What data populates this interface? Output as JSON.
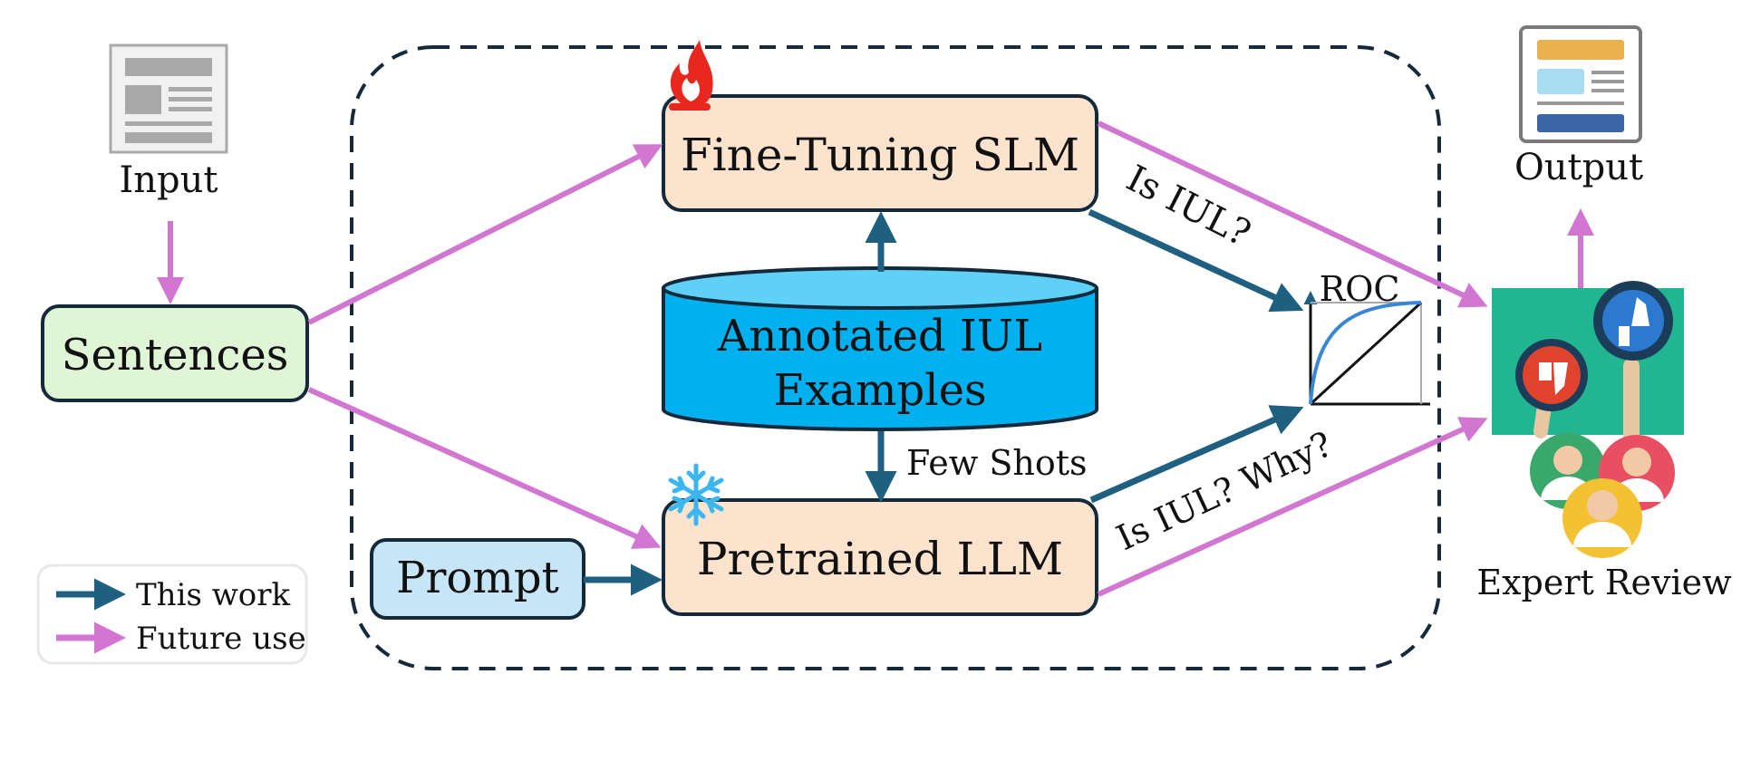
{
  "colors": {
    "this_work": "#1f5f80",
    "future_use": "#d277d1",
    "model_box_fill": "#fbe3cd",
    "sentences_fill": "#dff5d6",
    "prompt_fill": "#c6e6f7",
    "database_fill": "#00b0ef",
    "database_top": "#5fd0f6",
    "outline": "#14293a",
    "fire": "#e8281f",
    "snowflake": "#3cb6ee",
    "review_bg": "#21b591"
  },
  "icons": {
    "input_doc": "document-icon",
    "output_doc": "document-icon",
    "fine_tune": "fire-icon",
    "frozen": "snowflake-icon",
    "review": "thumbs-review-icon",
    "experts": "doctor-avatars-icon",
    "roc": "roc-curve-icon"
  },
  "labels": {
    "input": "Input",
    "output": "Output",
    "sentences": "Sentences",
    "fine_tuning_slm": "Fine-Tuning SLM",
    "annotated_line1": "Annotated IUL",
    "annotated_line2": "Examples",
    "few_shots": "Few Shots",
    "pretrained_llm": "Pretrained LLM",
    "prompt": "Prompt",
    "is_iul": "Is IUL?",
    "is_iul_why": "Is IUL? Why?",
    "roc": "ROC",
    "expert_review": "Expert Review"
  },
  "legend": {
    "this_work": "This work",
    "future_use": "Future use"
  }
}
